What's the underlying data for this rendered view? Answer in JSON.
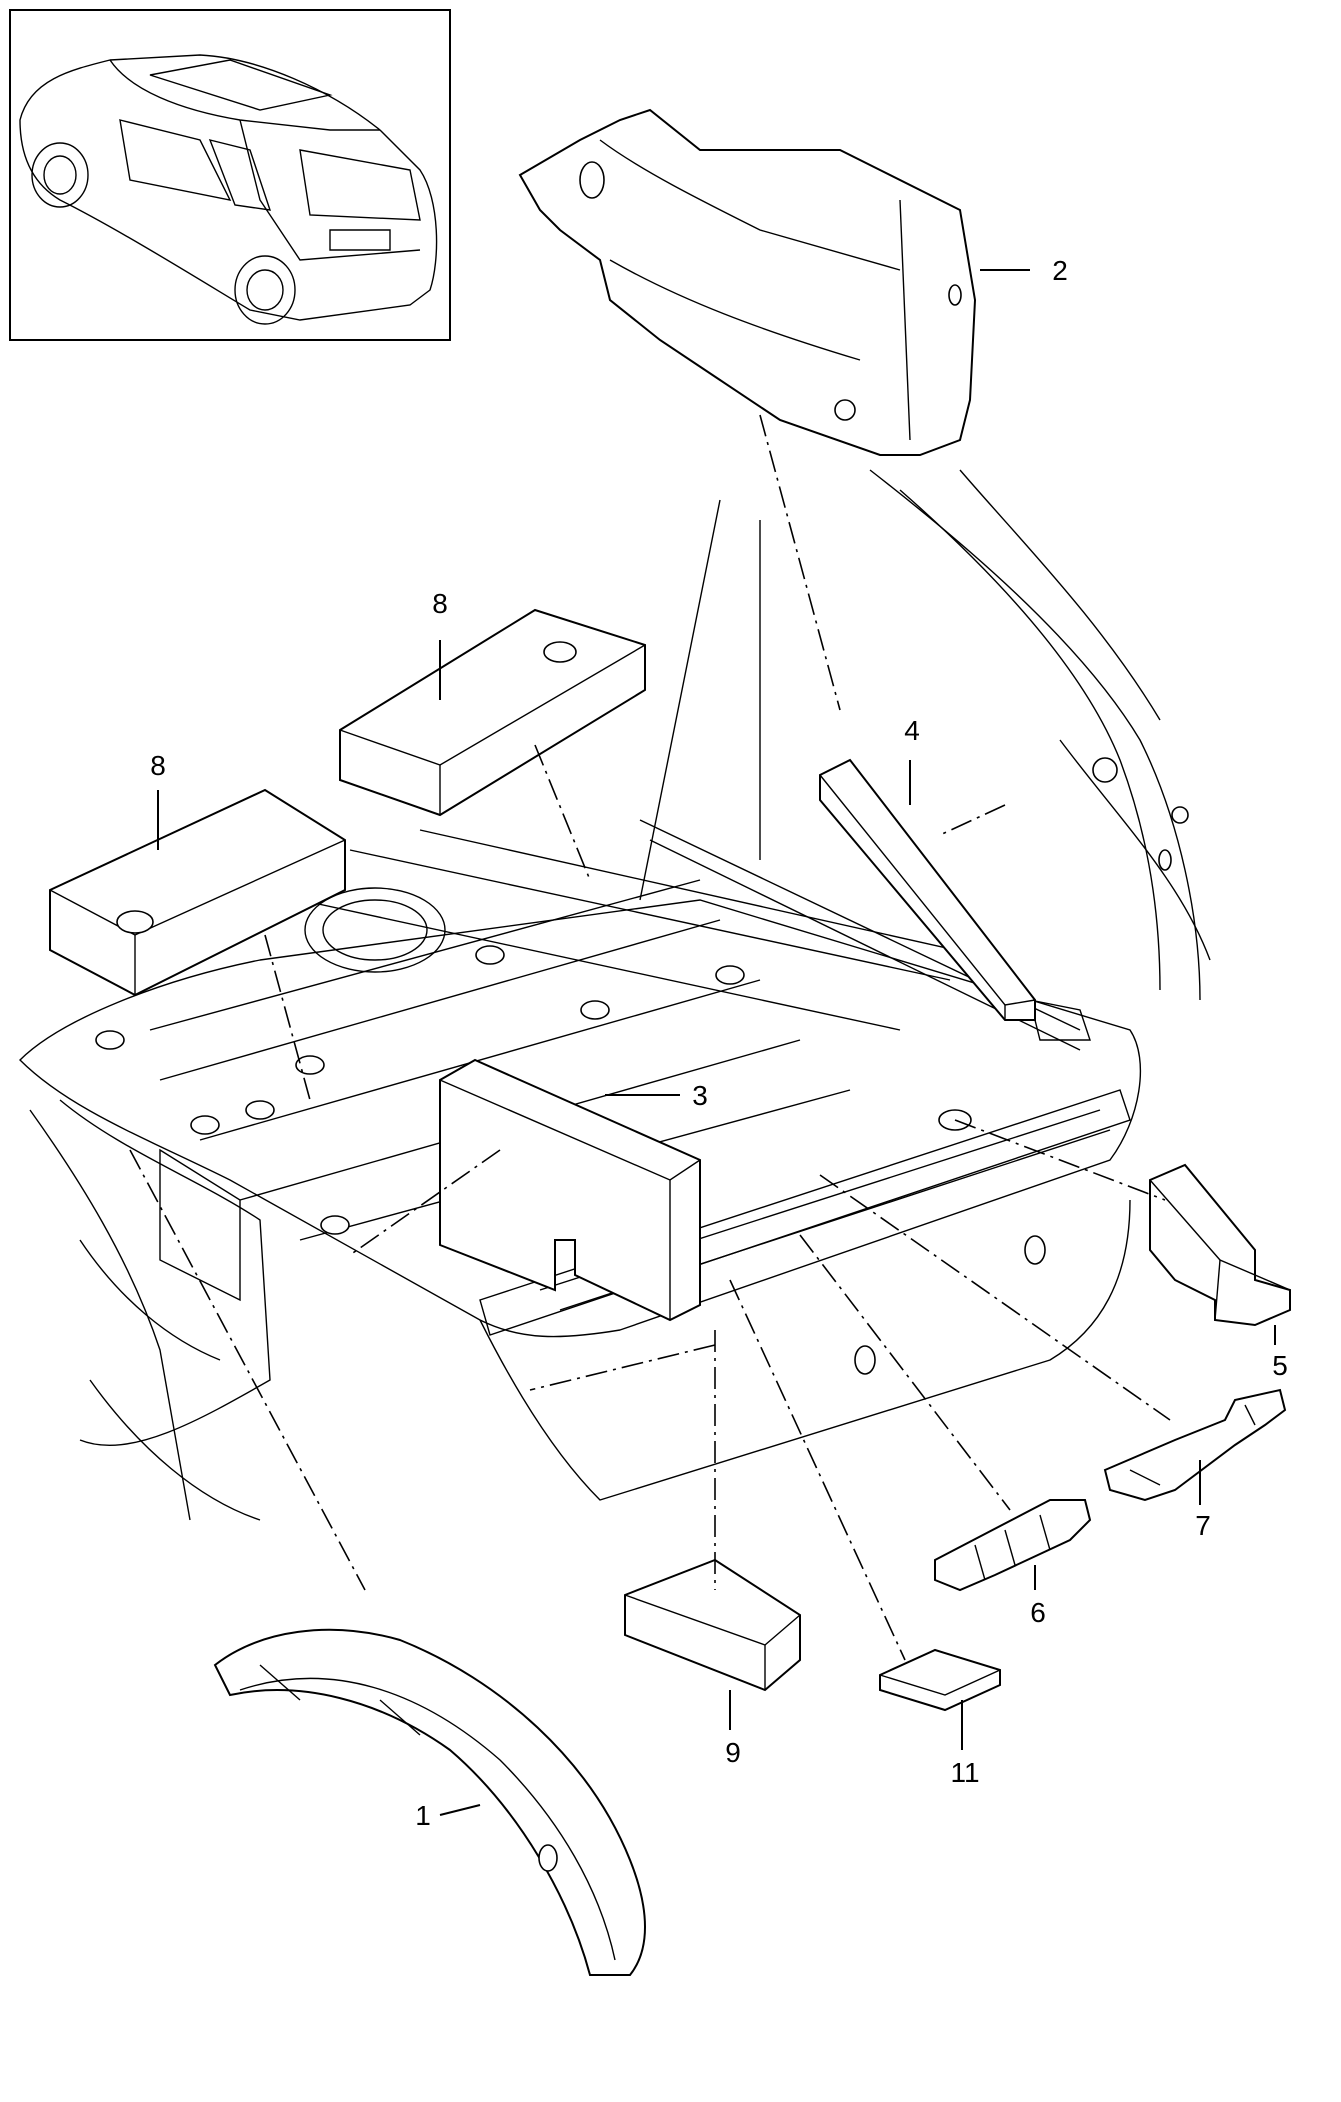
{
  "callouts": {
    "c1": "1",
    "c2": "2",
    "c3": "3",
    "c4": "4",
    "c5": "5",
    "c6": "6",
    "c7": "7",
    "c8a": "8",
    "c8b": "8",
    "c9": "9",
    "c11": "11"
  },
  "colors": {
    "line": "#000000",
    "background": "#ffffff"
  }
}
